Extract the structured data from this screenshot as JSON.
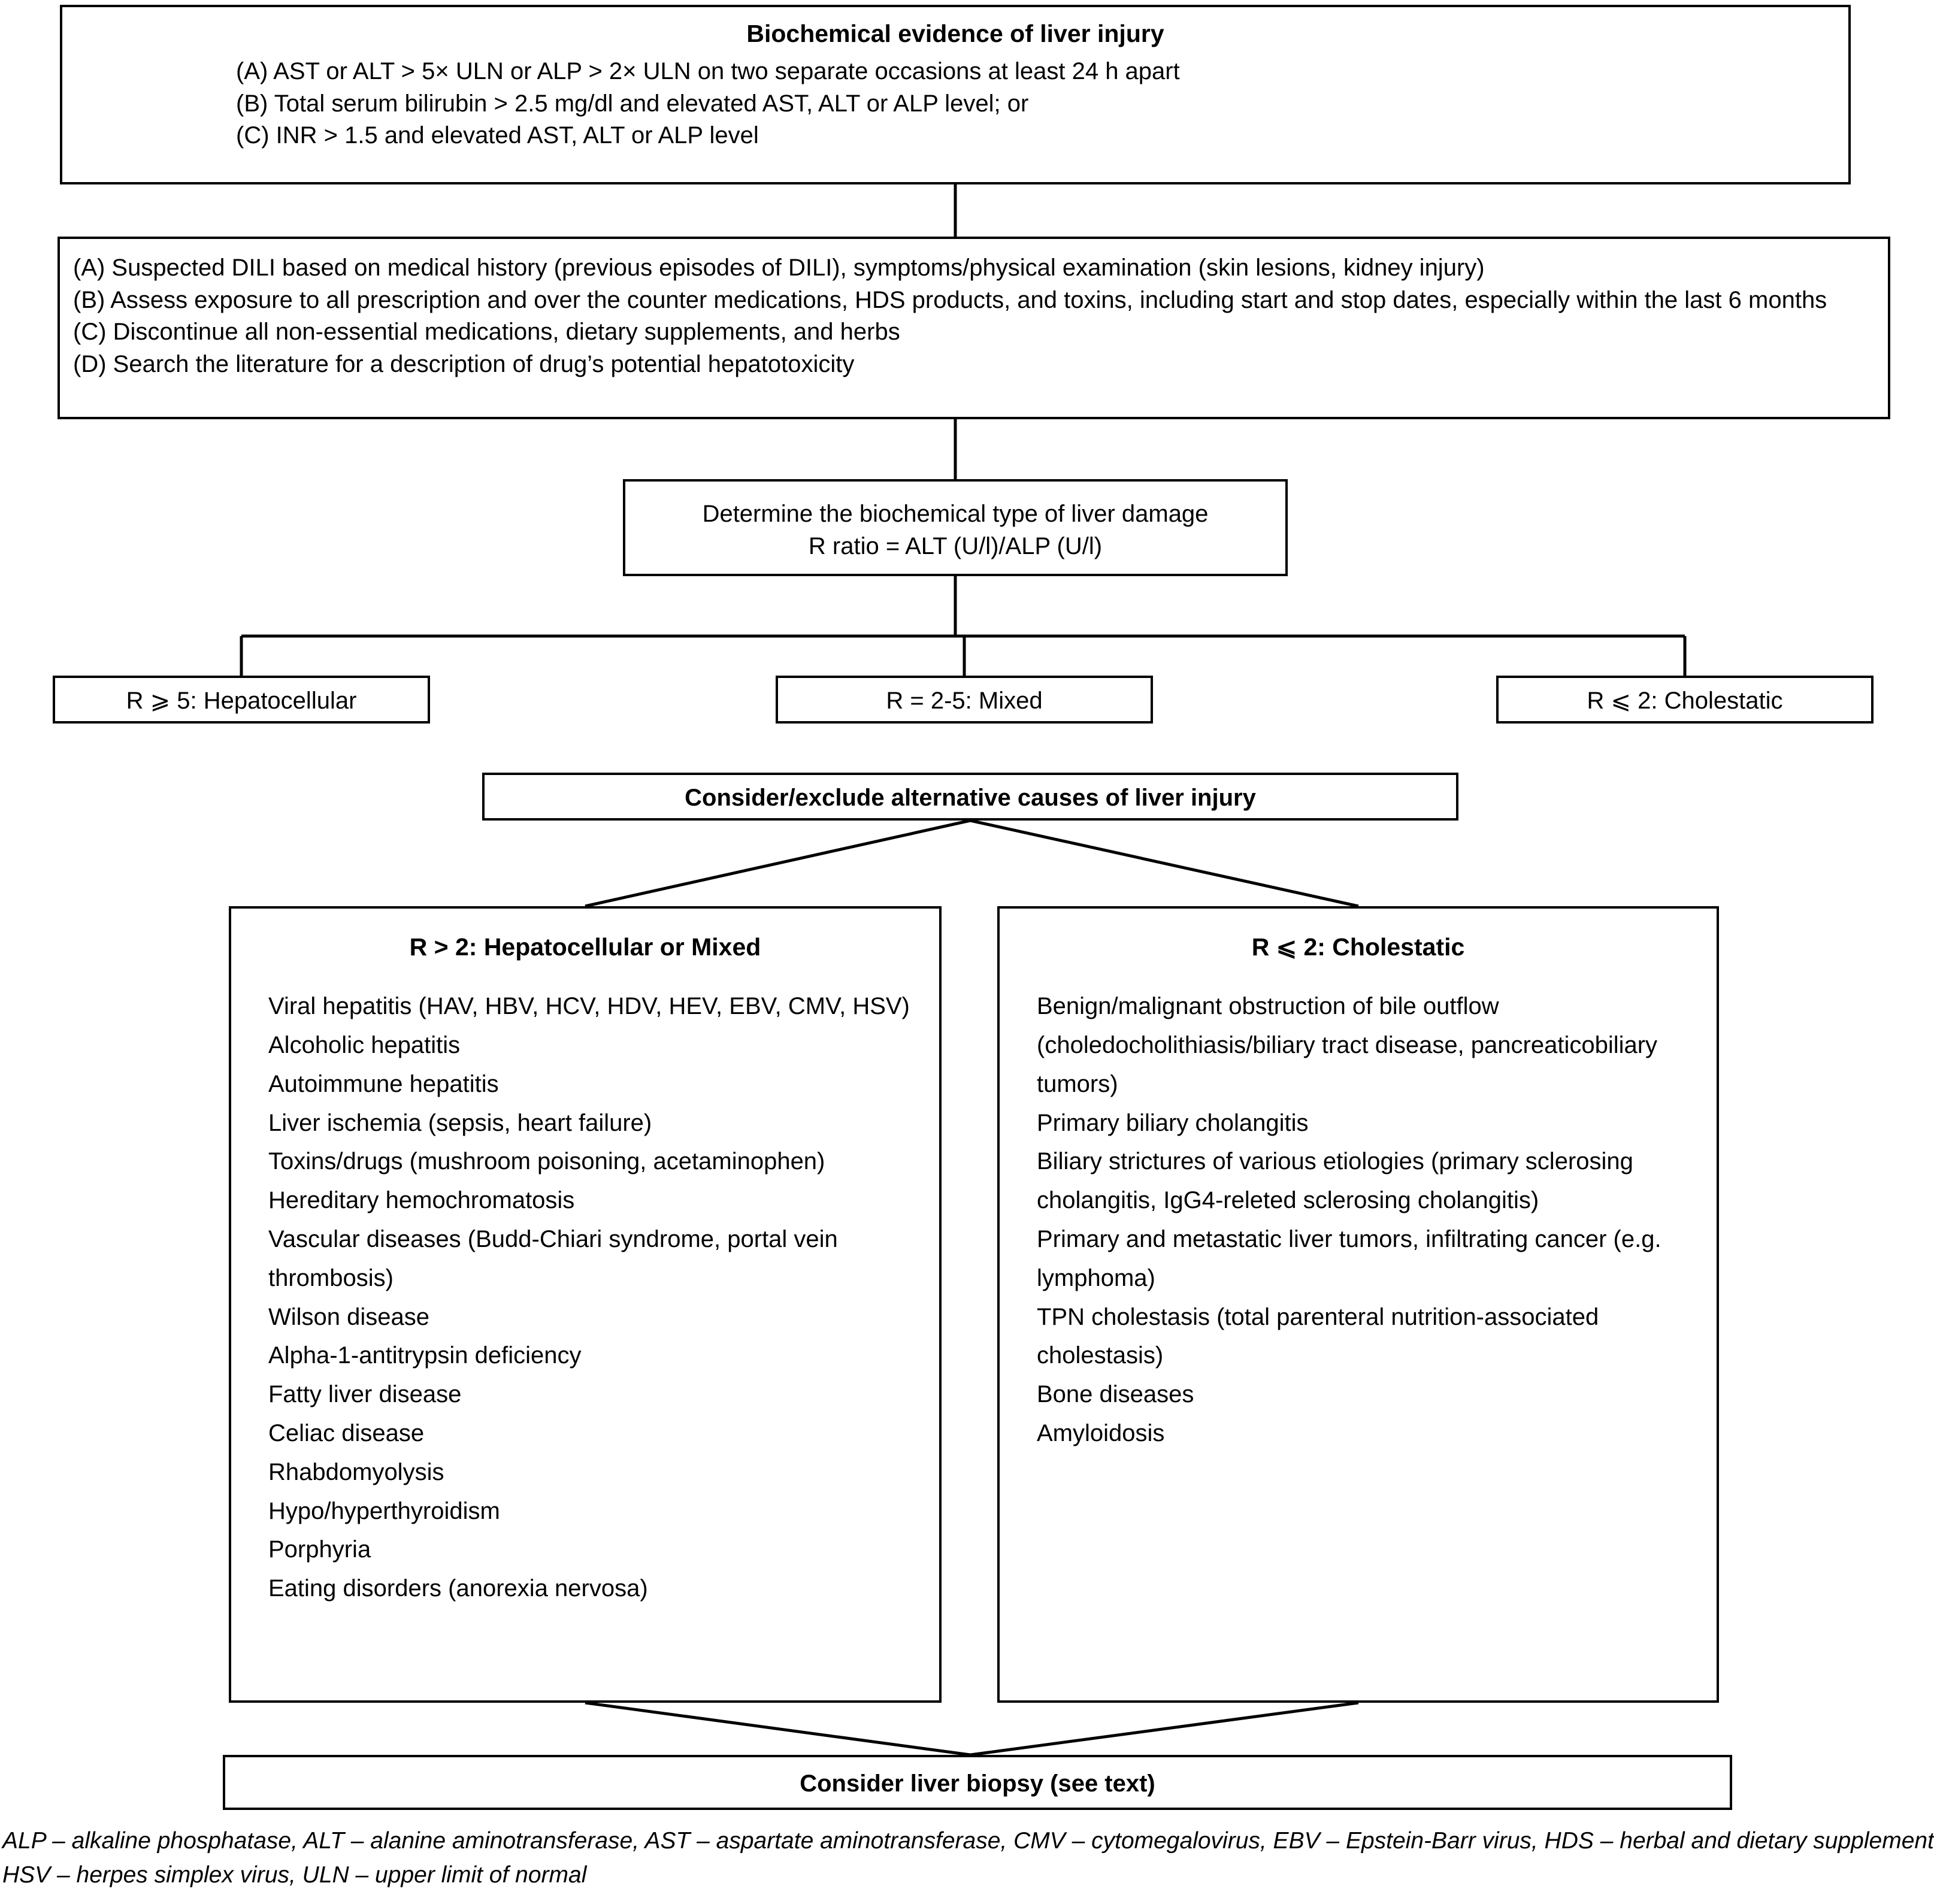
{
  "evidence_box": {
    "title": "Biochemical evidence of liver injury",
    "items": [
      "(A) AST or ALT > 5× ULN or ALP > 2× ULN on two separate occasions at least 24 h apart",
      "(B) Total serum bilirubin > 2.5 mg/dl and elevated AST, ALT or ALP level; or",
      "(C) INR > 1.5 and elevated AST, ALT or ALP level"
    ]
  },
  "assessment_box": {
    "items": [
      "(A) Suspected DILI based on medical history (previous episodes of DILI), symptoms/physical examination (skin lesions, kidney injury)",
      "(B) Assess exposure to all prescription and over the counter medications, HDS products, and toxins, including start and stop dates, especially within the last 6 months",
      "(C) Discontinue all non-essential medications, dietary supplements, and herbs",
      "(D) Search the literature for a description of drug’s potential hepatotoxicity"
    ]
  },
  "r_ratio_box": {
    "line1": "Determine the biochemical type of liver damage",
    "line2": "R ratio = ALT (U/l)/ALP (U/l)"
  },
  "r_categories": [
    {
      "label": "R ⩾ 5: Hepatocellular"
    },
    {
      "label": "R = 2-5: Mixed"
    },
    {
      "label": "R ⩽ 2: Cholestatic"
    }
  ],
  "consider_box": {
    "label": "Consider/exclude alternative causes of liver injury"
  },
  "left_list": {
    "title": "R > 2: Hepatocellular or Mixed",
    "items": [
      "Viral hepatitis (HAV, HBV, HCV, HDV, HEV, EBV, CMV, HSV)",
      "Alcoholic hepatitis",
      "Autoimmune hepatitis",
      "Liver ischemia (sepsis, heart failure)",
      "Toxins/drugs (mushroom poisoning, acetaminophen)",
      "Hereditary hemochromatosis",
      "Vascular diseases (Budd-Chiari syndrome, portal vein thrombosis)",
      "Wilson disease",
      "Alpha-1-antitrypsin deficiency",
      "Fatty liver disease",
      "Celiac disease",
      "Rhabdomyolysis",
      "Hypo/hyperthyroidism",
      "Porphyria",
      "Eating disorders (anorexia nervosa)"
    ]
  },
  "right_list": {
    "title": "R ⩽ 2: Cholestatic",
    "items": [
      "Benign/malignant obstruction of bile outflow (choledocholithiasis/biliary tract disease, pancreaticobiliary tumors)",
      "Primary biliary cholangitis",
      "Biliary strictures of various etiologies (primary sclerosing cholangitis, IgG4-releted sclerosing cholangitis)",
      "Primary and metastatic liver tumors, infiltrating cancer (e.g. lymphoma)",
      "TPN cholestasis (total parenteral nutrition-associated cholestasis)",
      "Bone diseases",
      "Amyloidosis"
    ]
  },
  "biopsy_box": {
    "label": "Consider liver biopsy (see text)"
  },
  "footnote": {
    "line1": "ALP – alkaline phosphatase, ALT – alanine aminotransferase, AST – aspartate aminotransferase, CMV – cytomegalovirus, EBV – Epstein-Barr virus, HDS – herbal and dietary supplement,",
    "line2": "HSV – herpes simplex virus, ULN – upper limit of normal"
  },
  "colors": {
    "stroke": "#000000",
    "background": "#ffffff"
  }
}
